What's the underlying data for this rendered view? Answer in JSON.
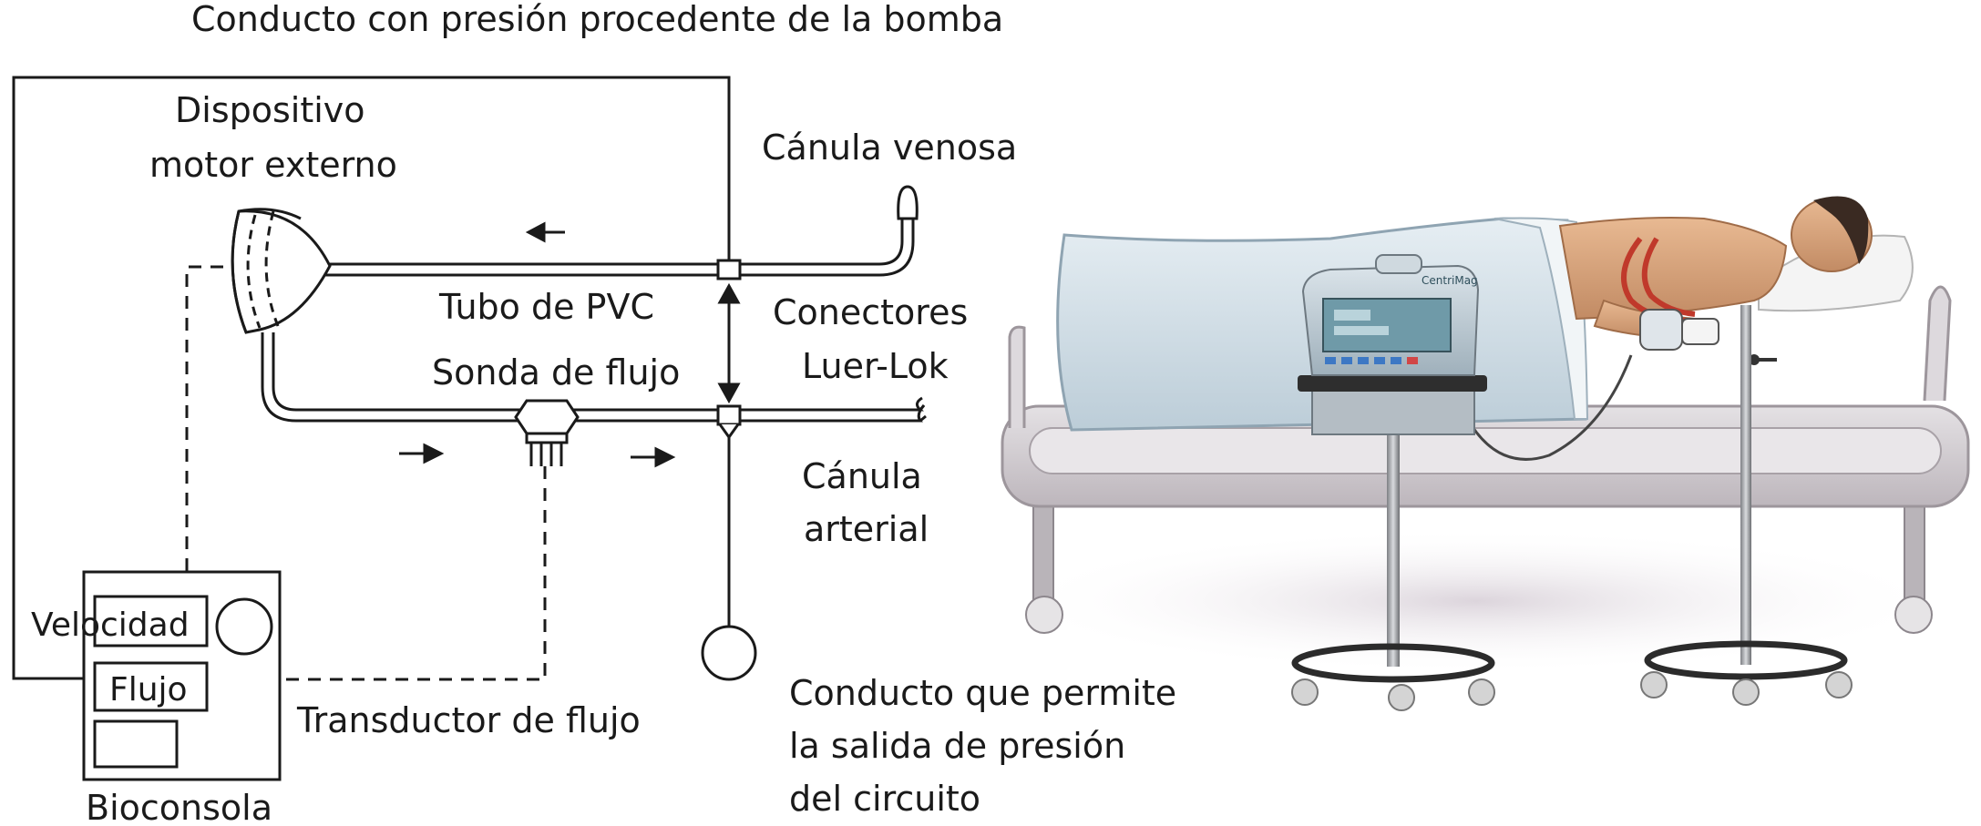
{
  "schematic": {
    "title": "Conducto con presión procedente de la bomba",
    "labels": {
      "motor_line1": "Dispositivo",
      "motor_line2": "motor externo",
      "venous_cannula": "Cánula venosa",
      "pvc_tube": "Tubo de PVC",
      "connectors_line1": "Conectores",
      "connectors_line2": "Luer-Lok",
      "flow_probe": "Sonda de flujo",
      "arterial_line1": "Cánula",
      "arterial_line2": "arterial",
      "flow_transducer": "Transductor de flujo",
      "pressure_line1": "Conducto que permite",
      "pressure_line2": "la salida de presión",
      "pressure_line3": "del circuito",
      "bioconsole": "Bioconsola"
    },
    "console_fields": {
      "speed": "Velocidad",
      "flow": "Flujo"
    }
  },
  "illustration": {
    "device_brand": "CentriMag"
  },
  "colors": {
    "line": "#1a1a1a",
    "sheet": "#cfdde6",
    "bed_frame": "#c9c3c8",
    "device_body": "#aebec8",
    "device_screen": "#6f9aa8",
    "skin": "#d7a27c",
    "cannula_red": "#c0392b"
  }
}
